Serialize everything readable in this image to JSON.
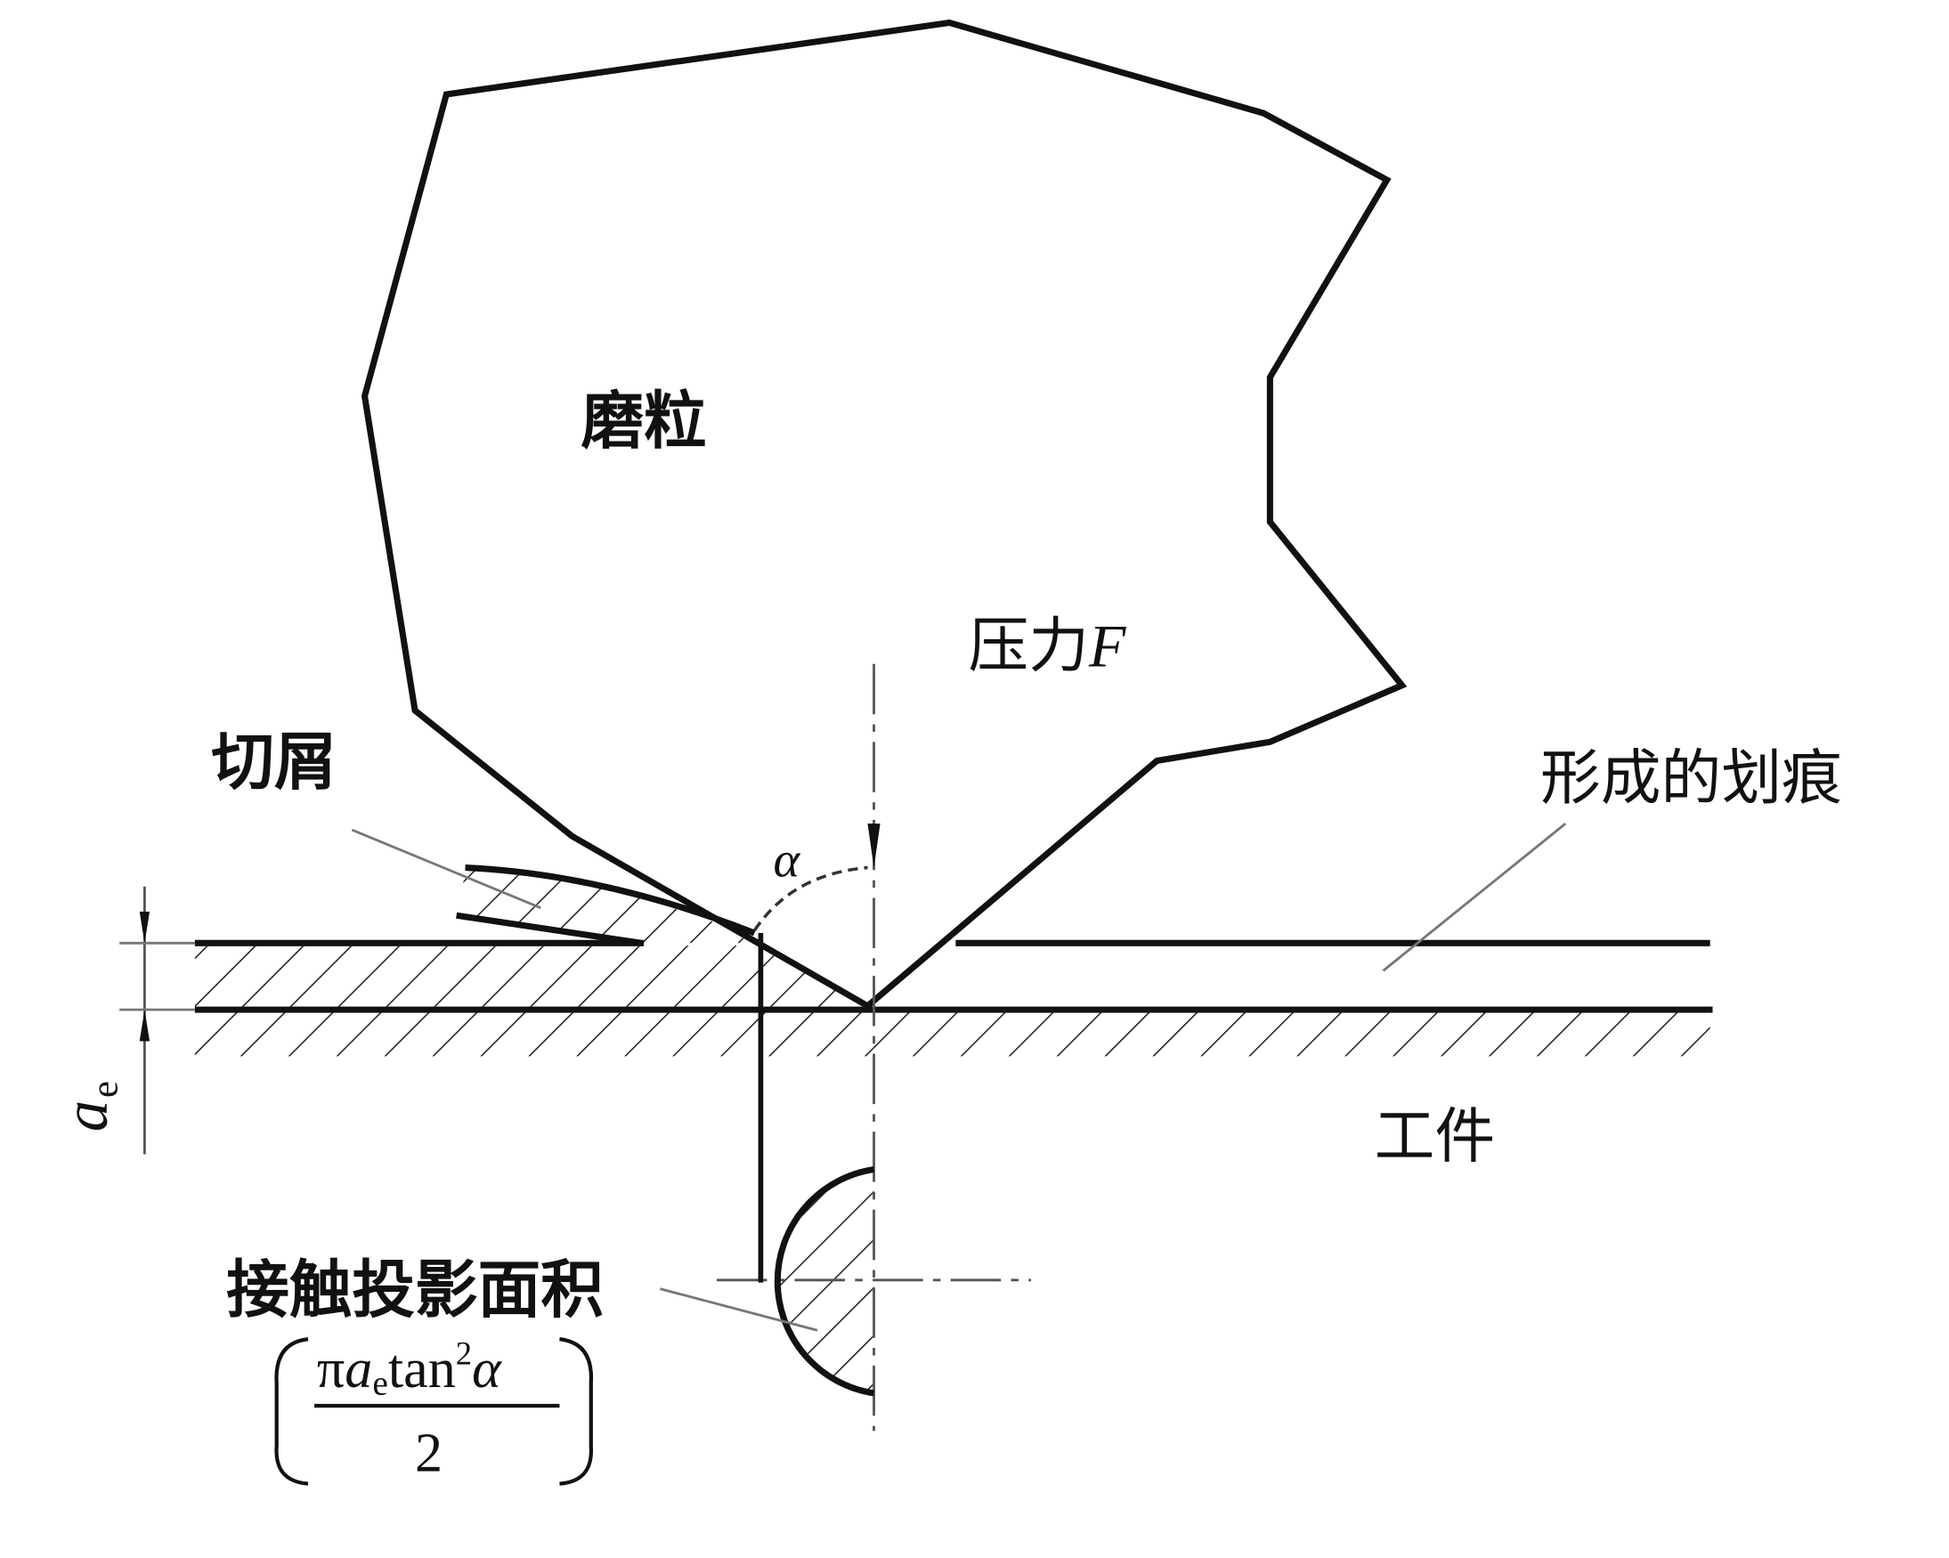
{
  "labels": {
    "grain": "磨粒",
    "pressure": "压力",
    "pressure_symbol": "F",
    "chip": "切屑",
    "scratch": "形成的划痕",
    "workpiece": "工件",
    "contact_area": "接触投影面积",
    "alpha": "α",
    "depth_symbol": "a",
    "depth_subscript": "e"
  },
  "formula": {
    "pi": "π",
    "a": "a",
    "a_sub": "e",
    "tan": "tan",
    "power": "2",
    "alpha": "α",
    "denominator": "2"
  },
  "colors": {
    "line": "#111111",
    "leader": "#777777"
  }
}
